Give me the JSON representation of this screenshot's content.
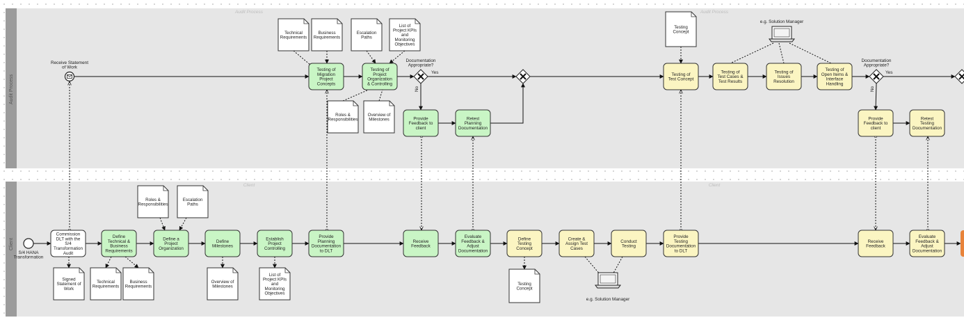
{
  "pools": {
    "audit": {
      "lane_label": "Audit Process",
      "name": "Audit Process"
    },
    "client": {
      "lane_label": "Client",
      "name": "Client"
    }
  },
  "colors": {
    "green": "#c9f5c5",
    "yellow": "#fbf5c2",
    "white": "#ffffff",
    "pool_bg": "#e6e6e6",
    "orange": "#e8833a"
  },
  "events": {
    "receive_sow": "Receive Statement of Work",
    "start_label": "S/4 HANA Transformation"
  },
  "gateways": {
    "doc_approp": "Documentation Appropriate?",
    "yes": "Yes",
    "no": "No"
  },
  "tasks": {
    "testing_migration": "Testing of Migration Project Concepts",
    "testing_project_org": "Testing of Project Organization & Controlling",
    "provide_feedback_a1": "Provide Feedback to client",
    "retest_planning": "Retest Planning Documentation",
    "testing_test_concept": "Testing of Test Concept",
    "testing_test_cases": "Testing of Test Cases & Test Results",
    "testing_issues": "Testing of Issues Resolution",
    "testing_open_items": "Testing of Open Items & Interface Handling",
    "provide_feedback_a2": "Provide Feedback to client",
    "retest_testing": "Retest Testing Documentation",
    "commission_dlt": "Commission DLT with the S/4 Transformation Audit",
    "define_tech_req": "Define Technical & Business Requirements",
    "define_project_org": "Define a Project Organization",
    "define_milestones": "Define Milestones",
    "establish_controlling": "Establish Project Controlling",
    "provide_planning": "Provide Planning Documentation to DLT",
    "receive_feedback_1": "Receive Feedback",
    "evaluate_feedback_1": "Evaluate Feedback & Adjust Documentation",
    "define_testing_concept": "Define Testing Concept",
    "create_test_cases": "Create & Assign Test Cases",
    "conduct_testing": "Conduct Testing",
    "provide_testing_doc": "Provide Testing Documentation to DLT",
    "receive_feedback_2": "Receive Feedback",
    "evaluate_feedback_2": "Evaluate Feedback & Adjust Documentation"
  },
  "docs": {
    "tech_req_top": "Technical Requirements",
    "bus_req_top": "Business Requirements",
    "escalation_top": "Escalation Paths",
    "kpis_top": "List of Project KPIs and Monitoring Objectives",
    "roles_top": "Roles & Responsibilities",
    "overview_top": "Overview of Milestones",
    "testing_concept_top": "Testing Concept",
    "roles_bottom": "Roles & Responsibilities",
    "escalation_bottom": "Escalation Paths",
    "signed_sow": "Signed Statement of Work",
    "tech_req_bottom": "Technical Requirements",
    "bus_req_bottom": "Business Requirements",
    "overview_bottom": "Overview of Milestones",
    "kpis_bottom": "List of Project KPIs and Monitoring Objectives",
    "testing_concept_bottom": "Testing Concept"
  },
  "systems": {
    "solman_top": "e.g. Solution Manager",
    "solman_bottom": "e.g. Solution Manager"
  }
}
